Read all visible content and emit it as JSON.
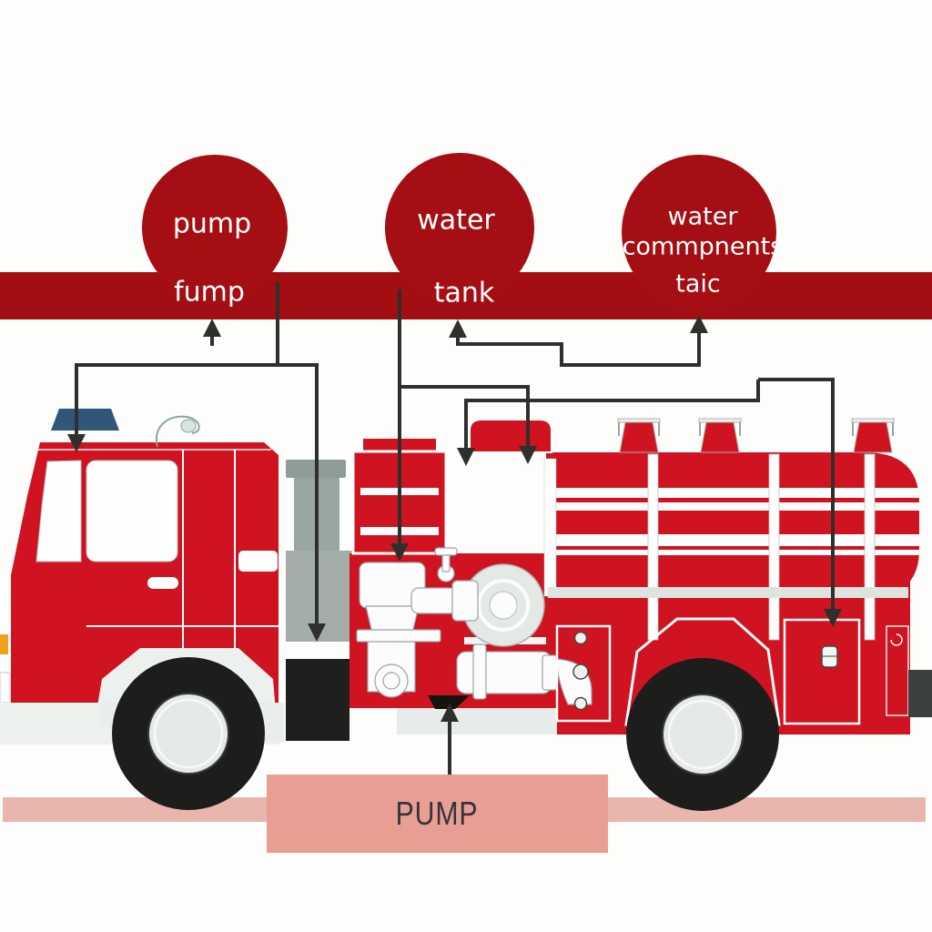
{
  "diagram": {
    "bubbles": [
      {
        "circle": "pump",
        "band": "fump"
      },
      {
        "circle": "water",
        "band": "tank"
      },
      {
        "circle": "water",
        "circle_line2": "commpnents",
        "band": "taic"
      }
    ],
    "caption": "PUMP"
  },
  "colors": {
    "band_red": "#a30e13",
    "bubble_red": "#a50f14",
    "truck_red": "#d01320",
    "label_text": "#ffffff",
    "pump_box_bg": "#e99e94",
    "pump_box_text": "#33343a",
    "connector": "#2e302c",
    "ground": "#e9b6ae",
    "light_bar_blue": "#30567a"
  }
}
